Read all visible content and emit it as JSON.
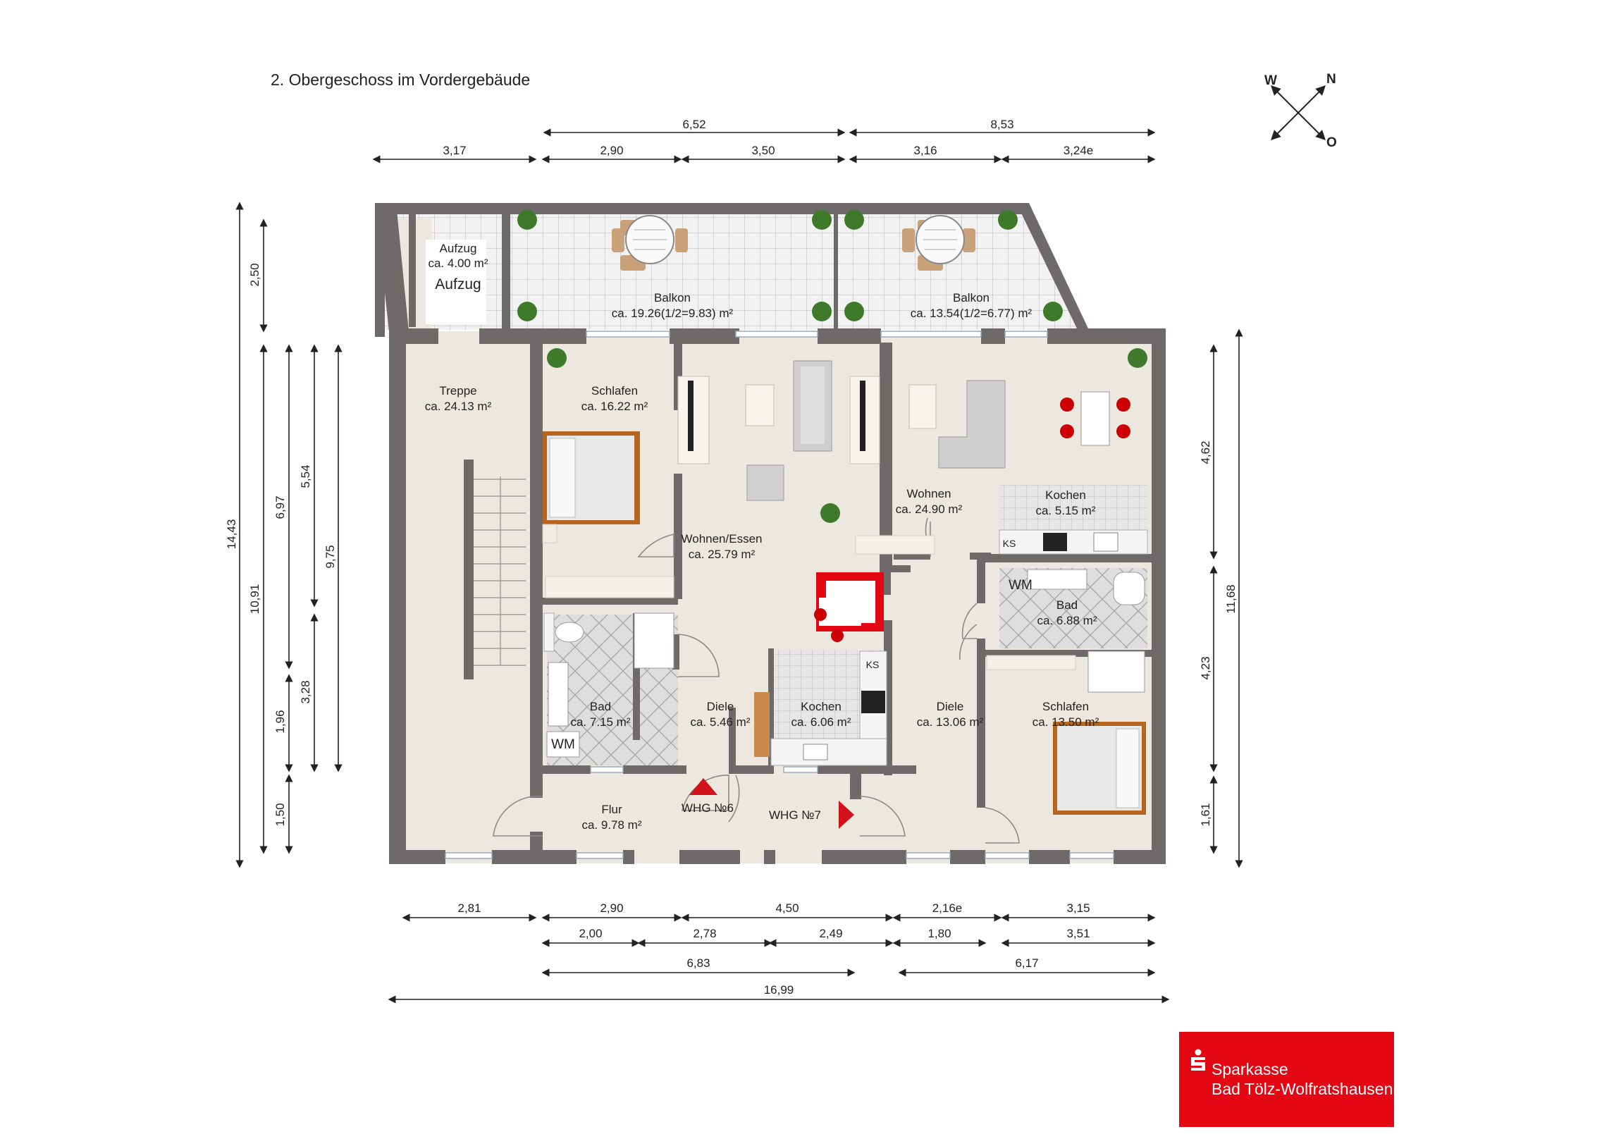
{
  "title": "2. Obergeschoss im Vordergebäude",
  "compass": {
    "w": "W",
    "n": "N",
    "o": "O"
  },
  "rooms": {
    "aufzug_name": "Aufzug",
    "aufzug_area": "ca. 4.00 m²",
    "aufzug_label": "Aufzug",
    "balkon1_name": "Balkon",
    "balkon1_area": "ca. 19.26(1/2=9.83) m²",
    "balkon2_name": "Balkon",
    "balkon2_area": "ca. 13.54(1/2=6.77) m²",
    "treppe_name": "Treppe",
    "treppe_area": "ca. 24.13 m²",
    "schlafen1_name": "Schlafen",
    "schlafen1_area": "ca. 16.22 m²",
    "wohnenessen_name": "Wohnen/Essen",
    "wohnenessen_area": "ca. 25.79 m²",
    "wohnen_name": "Wohnen",
    "wohnen_area": "ca. 24.90 m²",
    "kochen2_name": "Kochen",
    "kochen2_area": "ca. 5.15 m²",
    "bad2_name": "Bad",
    "bad2_area": "ca. 6.88 m²",
    "bad1_name": "Bad",
    "bad1_area": "ca. 7.15 m²",
    "diele1_name": "Diele",
    "diele1_area": "ca. 5.46 m²",
    "kochen1_name": "Kochen",
    "kochen1_area": "ca. 6.06 m²",
    "diele2_name": "Diele",
    "diele2_area": "ca. 13.06 m²",
    "schlafen2_name": "Schlafen",
    "schlafen2_area": "ca. 13.50 m²",
    "flur_name": "Flur",
    "flur_area": "ca. 9.78 m²",
    "whg6": "WHG №6",
    "whg7": "WHG №7",
    "ks1": "KS",
    "ks2": "KS",
    "wm1": "WM",
    "wm2": "WM"
  },
  "dims_top": {
    "d652": "6,52",
    "d853": "8,53",
    "d317": "3,17",
    "d290": "2,90",
    "d350": "3,50",
    "d316": "3,16",
    "d324e": "3,24e"
  },
  "dims_bottom": {
    "d281": "2,81",
    "d290": "2,90",
    "d450": "4,50",
    "d216e": "2,16e",
    "d315": "3,15",
    "d200": "2,00",
    "d278": "2,78",
    "d249": "2,49",
    "d180": "1,80",
    "d351": "3,51",
    "d683": "6,83",
    "d617": "6,17",
    "d1699": "16,99"
  },
  "dims_left": {
    "d1443": "14,43",
    "d250": "2,50",
    "d1091": "10,91",
    "d697": "6,97",
    "d554": "5,54",
    "d975": "9,75",
    "d328": "3,28",
    "d196": "1,96",
    "d150": "1,50"
  },
  "dims_right": {
    "d462": "4,62",
    "d1168": "11,68",
    "d423": "4,23",
    "d161": "1,61"
  },
  "logo": {
    "line1": "Sparkasse",
    "line2": "Bad Tölz-Wolfratshausen"
  },
  "colors": {
    "wall": "#6e6a6a",
    "floor": "#ece8e0",
    "tile": "#dcdcdc",
    "accent_red": "#e30613",
    "wood": "#b5651d"
  }
}
